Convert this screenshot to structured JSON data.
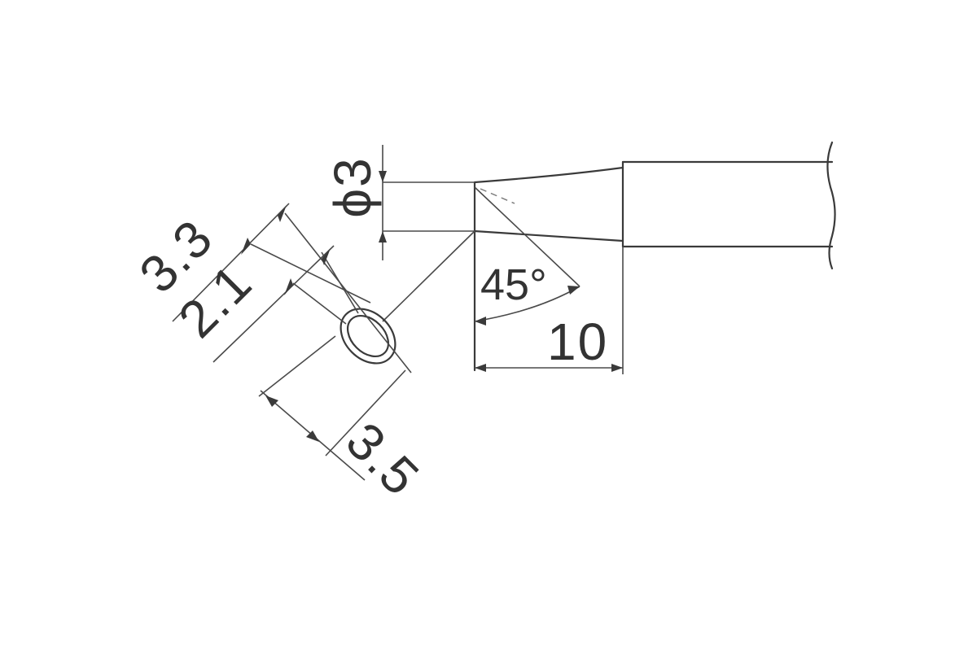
{
  "dimensions": {
    "shank_diameter": "ϕ3",
    "angle": "45°",
    "length": "10",
    "outer_width": "3.3",
    "inner_width": "2.1",
    "face_length": "3.5"
  },
  "colors": {
    "line": "#3a3a3a",
    "background": "#ffffff"
  }
}
